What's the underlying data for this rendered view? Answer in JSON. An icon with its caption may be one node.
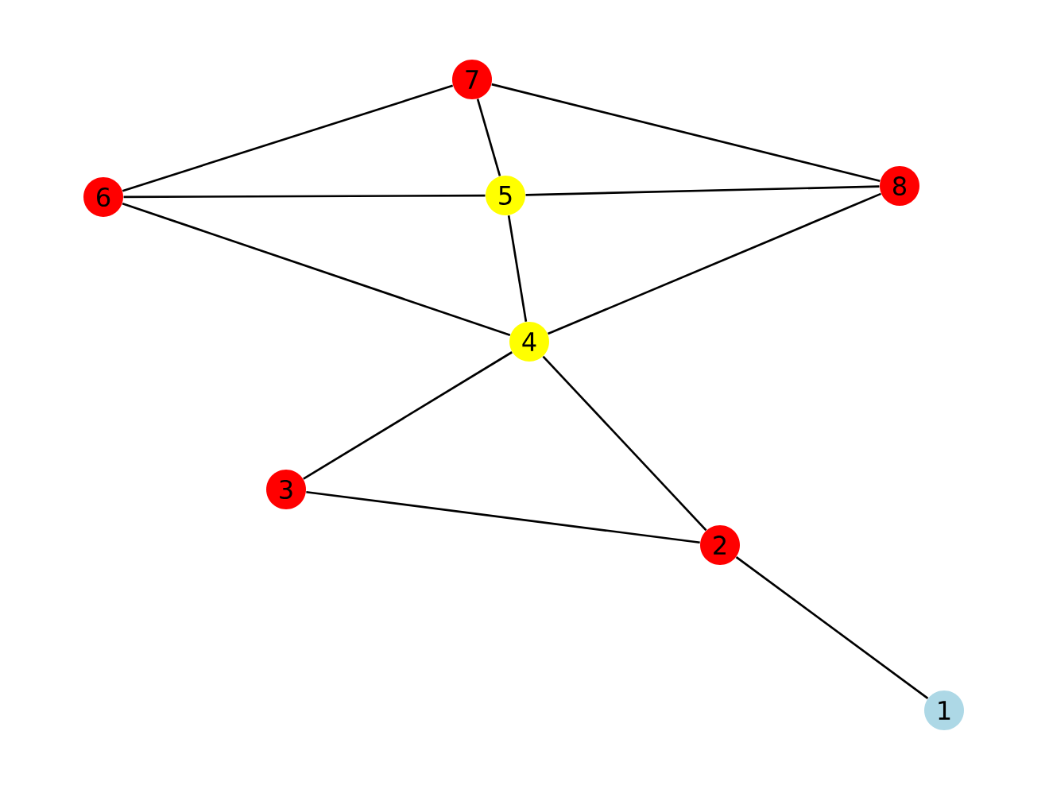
{
  "diagram": {
    "nodes": [
      {
        "text": [
          "1"
        ]
      },
      {
        "text": [
          "2"
        ]
      },
      {
        "text": [
          "3"
        ]
      },
      {
        "text": [
          "4"
        ]
      },
      {
        "text": [
          "5"
        ]
      },
      {
        "text": [
          "6"
        ]
      },
      {
        "text": [
          "7"
        ]
      },
      {
        "text": [
          "8"
        ]
      }
    ],
    "edges": [
      {
        "from": 0,
        "to": 1,
        "arrow": "none"
      },
      {
        "from": 1,
        "to": 2,
        "arrow": "none"
      },
      {
        "from": 1,
        "to": 3,
        "arrow": "none"
      },
      {
        "from": 2,
        "to": 3,
        "arrow": "none"
      },
      {
        "from": 3,
        "to": 4,
        "arrow": "none"
      },
      {
        "from": 3,
        "to": 5,
        "arrow": "none"
      },
      {
        "from": 3,
        "to": 7,
        "arrow": "none"
      },
      {
        "from": 4,
        "to": 5,
        "arrow": "none"
      },
      {
        "from": 4,
        "to": 6,
        "arrow": "none"
      },
      {
        "from": 4,
        "to": 7,
        "arrow": "none"
      },
      {
        "from": 5,
        "to": 6,
        "arrow": "none"
      },
      {
        "from": 6,
        "to": 7,
        "arrow": "none"
      }
    ]
  }
}
